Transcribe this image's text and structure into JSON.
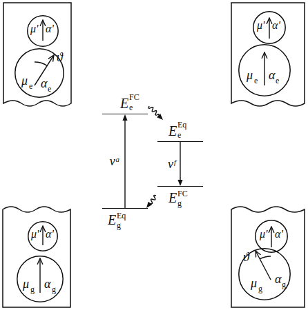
{
  "diagram": {
    "nodes": [
      {
        "text": [
          "μ'",
          "α'"
        ]
      },
      {
        "text": [
          "μ",
          "e",
          "α",
          "e"
        ]
      },
      {
        "text": [
          "μ'",
          "α'"
        ]
      },
      {
        "text": [
          "μ",
          "e",
          "α",
          "e"
        ]
      },
      {
        "text": [
          "E",
          "FC",
          "e"
        ]
      },
      {
        "text": [
          "E",
          "Eq",
          "e"
        ]
      },
      {
        "text": [
          "E",
          "FC",
          "g"
        ]
      },
      {
        "text": [
          "E",
          "Eq",
          "g"
        ]
      },
      {
        "text": [
          "μ'",
          "α'"
        ]
      },
      {
        "text": [
          "μ",
          "g",
          "α",
          "g"
        ]
      },
      {
        "text": [
          "μ'",
          "α'"
        ]
      },
      {
        "text": [
          "μ",
          "g",
          "α",
          "g"
        ]
      }
    ],
    "edges": [
      {
        "from": 7,
        "to": 4,
        "arrow": "to",
        "label": "νᵃ"
      },
      {
        "from": 5,
        "to": 6,
        "arrow": "to",
        "label": "νᶠ"
      },
      {
        "from": 4,
        "to": 5,
        "arrow": "to"
      },
      {
        "from": 6,
        "to": 7,
        "arrow": "to"
      }
    ],
    "labels": [
      "ϑ",
      "ϑ"
    ]
  }
}
